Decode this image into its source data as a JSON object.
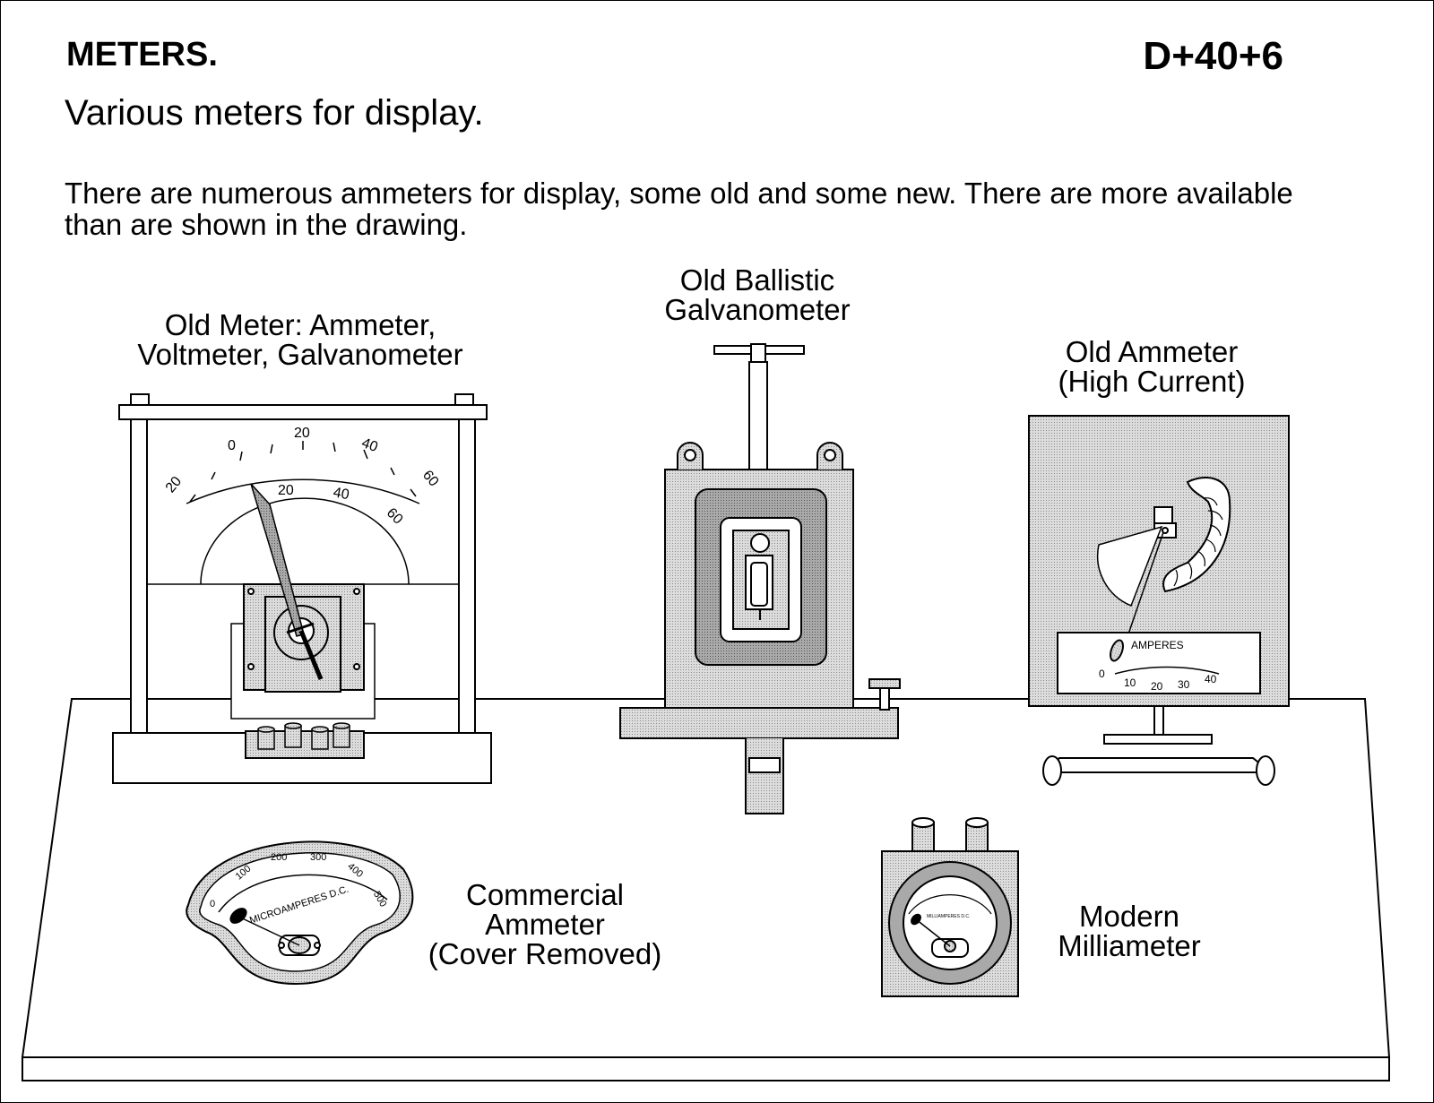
{
  "header": {
    "title": "METERS.",
    "code": "D+40+6",
    "subtitle": "Various meters for display.",
    "description": "There are numerous ammeters for display, some old and some new.  There are more available than are shown in the drawing."
  },
  "labels": {
    "old_meter": "Old Meter:  Ammeter,\nVoltmeter,  Galvanometer",
    "ballistic": "Old Ballistic\nGalvanometer",
    "high_current": "Old Ammeter\n(High Current)",
    "commercial": "Commercial\nAmmeter\n(Cover Removed)",
    "modern": "Modern\nMilliameter"
  },
  "old_meter_scale": {
    "outer": [
      "20",
      "0",
      "20",
      "40",
      "60"
    ],
    "inner": [
      "20",
      "40",
      "60"
    ]
  },
  "high_current_scale": {
    "unit": "AMPERES",
    "ticks": [
      "0",
      "10",
      "20",
      "30",
      "40"
    ]
  },
  "commercial_scale": {
    "unit": "MICROAMPERES D.C.",
    "ticks": [
      "0",
      "100",
      "200",
      "300",
      "400",
      "500"
    ]
  },
  "modern_scale": {
    "unit": "MILLIAMPERES D.C."
  }
}
